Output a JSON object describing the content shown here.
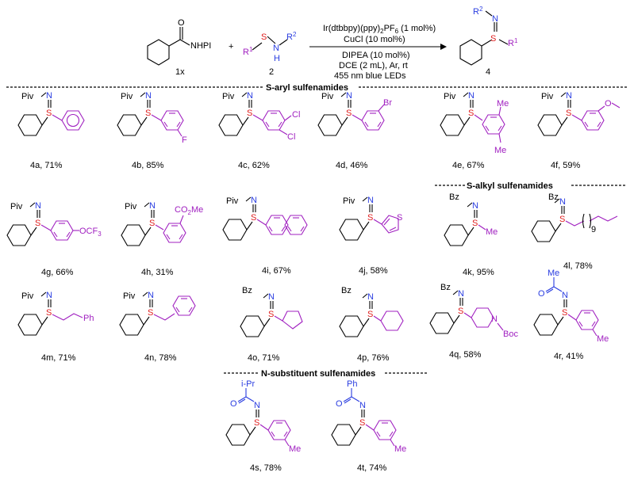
{
  "reaction": {
    "reactant1_label": "1x",
    "reactant1_group": "NHPI",
    "reactant2_label": "2",
    "r1": "R",
    "r1_sup": "1",
    "r2": "R",
    "r2_sup": "2",
    "s": "S",
    "n": "N",
    "h": "H",
    "o": "O",
    "plus": "+",
    "cond1": "Ir(dtbbpy)(ppy)",
    "cond1_sub": "2",
    "cond1_tail": "PF",
    "cond1_sub2": "6",
    "cond1_end": " (1 mol%)",
    "cond2": "CuCl (10 mol%)",
    "cond3": "DIPEA (10 mol%)",
    "cond4": "DCE (2 mL), Ar, rt",
    "cond5": "455 nm blue LEDs",
    "product_label": "4"
  },
  "sections": {
    "aryl": "S-aryl sulfenamides",
    "alkyl": "S-alkyl sulfenamides",
    "nsub": "N-substituent sulfenamides"
  },
  "groups": {
    "piv": "Piv",
    "bz": "Bz",
    "me": "Me",
    "f": "F",
    "cl": "Cl",
    "br": "Br",
    "o": "O",
    "ocf3": "OCF",
    "ocf3_sub": "3",
    "co2me": "CO",
    "co2me_sub": "2",
    "co2me_tail": "Me",
    "ph": "Ph",
    "boc": "Boc",
    "ipr": "i-Pr",
    "nine": "9"
  },
  "products": [
    {
      "label": "4a, 71%"
    },
    {
      "label": "4b, 85%"
    },
    {
      "label": "4c, 62%"
    },
    {
      "label": "4d, 46%"
    },
    {
      "label": "4e, 67%"
    },
    {
      "label": "4f, 59%"
    },
    {
      "label": "4g, 66%"
    },
    {
      "label": "4h, 31%"
    },
    {
      "label": "4i, 67%"
    },
    {
      "label": "4j, 58%"
    },
    {
      "label": "4k, 95%"
    },
    {
      "label": "4l, 78%"
    },
    {
      "label": "4m, 71%"
    },
    {
      "label": "4n, 78%"
    },
    {
      "label": "4o, 71%"
    },
    {
      "label": "4p, 76%"
    },
    {
      "label": "4q, 58%"
    },
    {
      "label": "4r, 41%"
    },
    {
      "label": "4s, 78%"
    },
    {
      "label": "4t, 74%"
    }
  ]
}
